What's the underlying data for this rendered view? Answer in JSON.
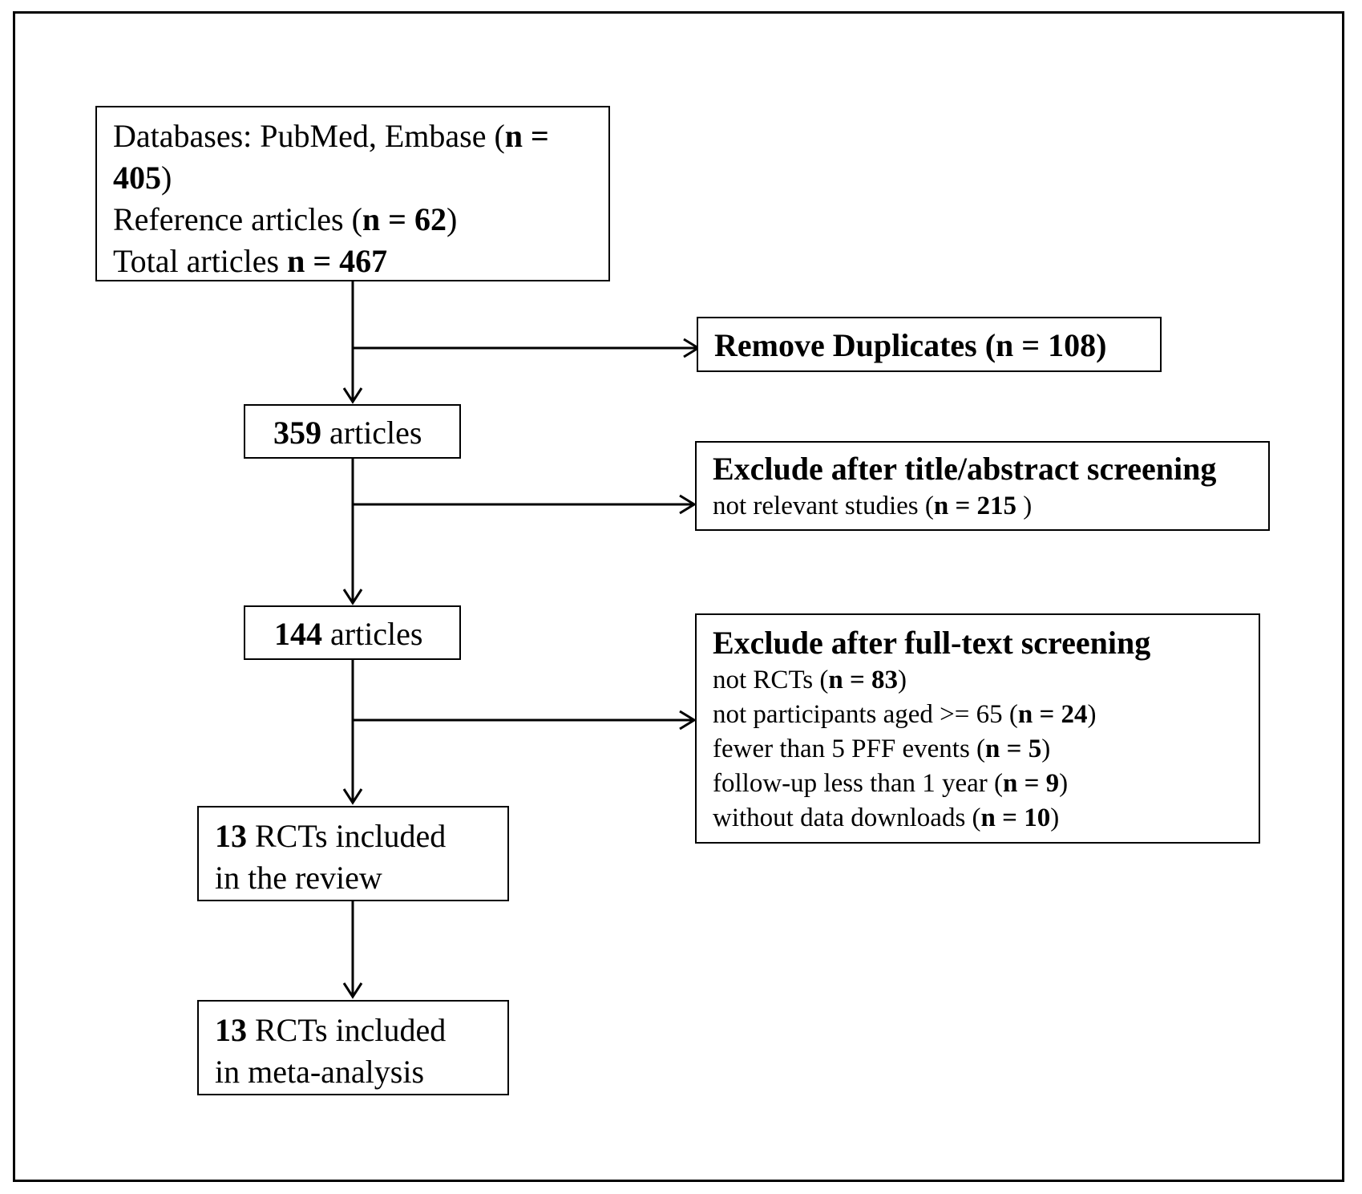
{
  "box_sources": {
    "line1_text": "Databases: PubMed, Embase (",
    "line1_n": "n =",
    "line2_n": "405",
    "line2_tail": ")",
    "line3_text": "Reference articles (",
    "line3_n": "n = 62",
    "line3_tail": ")",
    "line4_text": "Total articles ",
    "line4_n": "n = 467"
  },
  "box_duplicates": {
    "label": "Remove Duplicates (",
    "n": "n = 108",
    "tail": ")"
  },
  "box_359": {
    "count": "359",
    "label": " articles"
  },
  "box_title_abstract": {
    "heading": "Exclude after title/abstract screening",
    "reason_text": "not relevant studies  (",
    "reason_n": "n = 215",
    "reason_tail": " )"
  },
  "box_144": {
    "count": "144",
    "label": " articles"
  },
  "box_fulltext": {
    "heading": "Exclude after full-text screening",
    "reasons": [
      {
        "text": "not RCTs (",
        "n": "n = 83",
        "tail": ")"
      },
      {
        "text": "not participants aged >= 65 (",
        "n": "n = 24",
        "tail": ")"
      },
      {
        "text": "fewer than 5 PFF events (",
        "n": "n = 5",
        "tail": ")"
      },
      {
        "text": "follow-up less than 1 year (",
        "n": "n = 9",
        "tail": ")"
      },
      {
        "text": "without data downloads (",
        "n": "n = 10",
        "tail": ")"
      }
    ]
  },
  "box_review": {
    "count": "13",
    "line1": " RCTs included",
    "line2": "in the review"
  },
  "box_meta": {
    "count": "13",
    "line1": " RCTs included",
    "line2": "in meta-analysis"
  }
}
